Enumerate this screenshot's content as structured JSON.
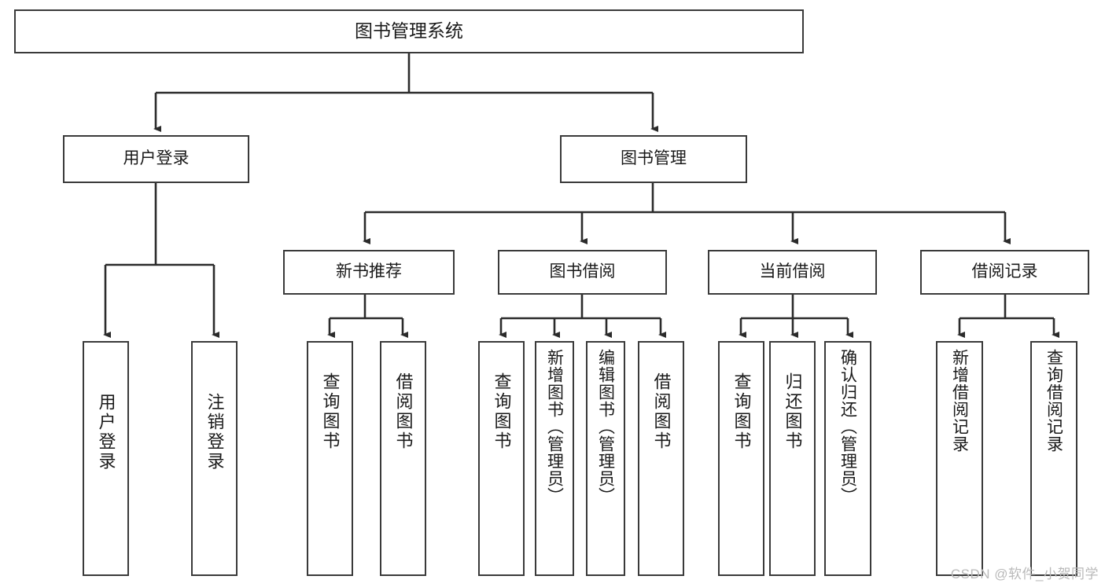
{
  "diagram": {
    "title": "图书管理系统",
    "type": "hierarchy-tree",
    "background_color": "#ffffff",
    "box_border_color": "#3a3a3a",
    "text_color": "#1a1a1a"
  },
  "root": {
    "label": "图书管理系统"
  },
  "level2": [
    {
      "label": "用户登录"
    },
    {
      "label": "图书管理"
    }
  ],
  "level3": [
    {
      "label": "新书推荐"
    },
    {
      "label": "图书借阅"
    },
    {
      "label": "当前借阅"
    },
    {
      "label": "借阅记录"
    }
  ],
  "leaves": {
    "user_login": [
      {
        "label": "用户登录"
      },
      {
        "label": "注销登录"
      }
    ],
    "new_book_recommend": [
      {
        "label": "查询图书"
      },
      {
        "label": "借阅图书"
      }
    ],
    "book_borrow": [
      {
        "label": "查询图书"
      },
      {
        "label": "新增图书（管理员）"
      },
      {
        "label": "编辑图书（管理员）"
      },
      {
        "label": "借阅图书"
      }
    ],
    "current_borrow": [
      {
        "label": "查询图书"
      },
      {
        "label": "归还图书"
      },
      {
        "label": "确认归还（管理员）"
      }
    ],
    "borrow_record": [
      {
        "label": "新增借阅记录"
      },
      {
        "label": "查询借阅记录"
      }
    ]
  },
  "watermark": {
    "text": "CSDN @软件_小贺同学"
  }
}
